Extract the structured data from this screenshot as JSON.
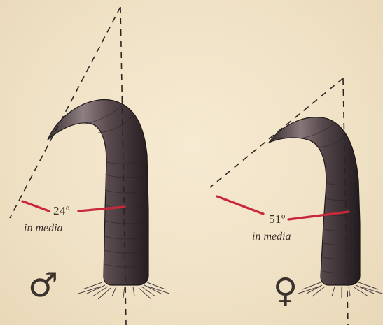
{
  "male": {
    "angle": "24º",
    "caption": "in media",
    "symbol": "♂",
    "symbol_icon": "male-symbol-icon"
  },
  "female": {
    "angle": "51º",
    "caption": "in media",
    "symbol": "♀",
    "symbol_icon": "female-symbol-icon"
  },
  "colors": {
    "measure_line": "#c8283a",
    "guide_line": "#2b2522",
    "horn_dark": "#2a2224",
    "horn_mid": "#5a4a4e",
    "horn_light": "#8d7c7e",
    "background": "#f2e4c9"
  }
}
